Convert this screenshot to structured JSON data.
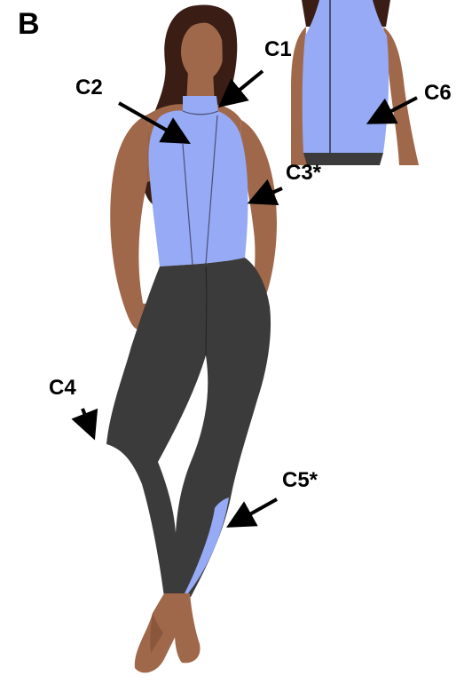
{
  "panel_label": "B",
  "colors": {
    "skin": "#a0684a",
    "skin_shadow": "#8a573c",
    "hair": "#3a1d14",
    "top": "#96aaf5",
    "top_seam": "#4a4f75",
    "leggings": "#3b3b3b",
    "arrow": "#000000"
  },
  "callouts": [
    {
      "id": "c1",
      "label": "C1"
    },
    {
      "id": "c2",
      "label": "C2"
    },
    {
      "id": "c3",
      "label": "C3*"
    },
    {
      "id": "c4",
      "label": "C4"
    },
    {
      "id": "c5",
      "label": "C5*"
    },
    {
      "id": "c6",
      "label": "C6"
    }
  ]
}
